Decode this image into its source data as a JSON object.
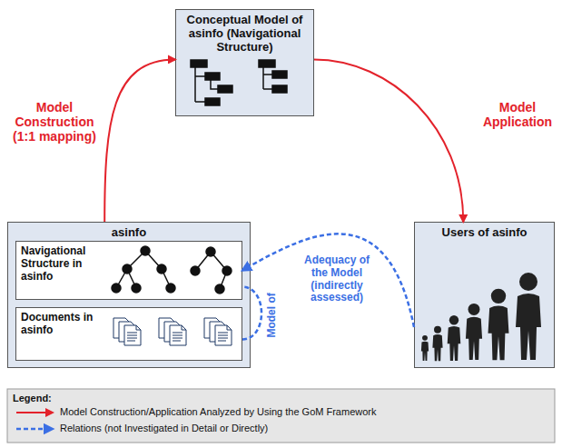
{
  "diagram": {
    "nodes": [
      {
        "text": [
          "Conceptual Model of asinfo (Navigational Structure)"
        ]
      },
      {
        "text": [
          "asinfo"
        ]
      },
      {
        "text": [
          "Navigational Structure in asinfo"
        ],
        "in": 1
      },
      {
        "text": [
          "Documents in asinfo"
        ],
        "in": 1
      },
      {
        "text": [
          "Users of asinfo"
        ]
      }
    ],
    "edges": [
      {
        "from": 1,
        "to": 0,
        "arrow": "to",
        "label": "Model Construction (1:1 mapping)"
      },
      {
        "from": 0,
        "to": 4,
        "arrow": "to",
        "label": "Model Application"
      },
      {
        "from": 4,
        "to": 2,
        "arrow": "to",
        "label": "Adequacy of the Model (indirectly assessed)"
      },
      {
        "from": 3,
        "to": 2,
        "arrow": "none",
        "label": "Model of"
      }
    ],
    "labels": [
      "Legend:"
    ],
    "legend": [
      {
        "text": "Model Construction/Application Analyzed by Using the GoM Framework"
      },
      {
        "text": "Relations (not Investigated in Detail or Directly)"
      }
    ]
  }
}
